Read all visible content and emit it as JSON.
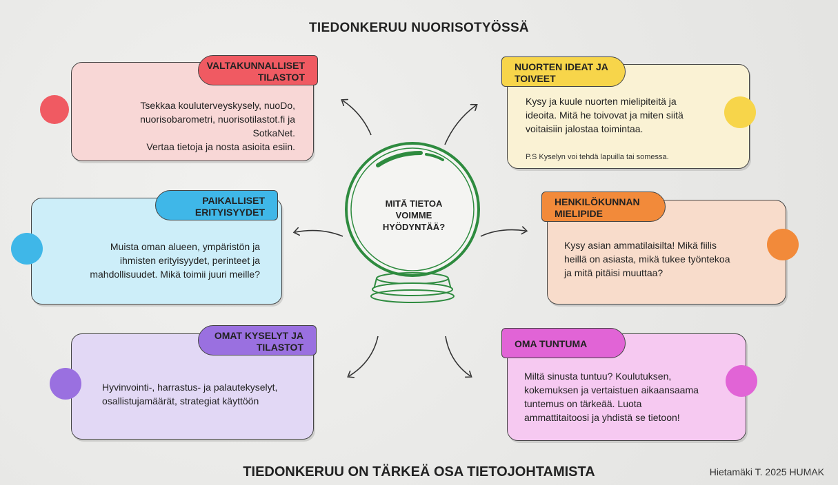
{
  "title": "TIEDONKERUU NUORISOTYÖSSÄ",
  "footer": "TIEDONKERUU ON TÄRKEÄ OSA TIETOJOHTAMISTA",
  "credit": "Hietamäki T. 2025 HUMAK",
  "center": {
    "line1": "MITÄ TIETOA",
    "line2": "VOIMME",
    "line3": "HYÖDYNTÄÄ?"
  },
  "cards": {
    "valtakunnalliset": {
      "title1": "VALTAKUNNALLISET",
      "title2": "TILASTOT",
      "lines": [
        "Tsekkaa kouluterveyskysely, nuoDo,",
        "nuorisobarometri, nuorisotilastot.fi ja",
        "SotkaNet.",
        "Vertaa tietoja ja nosta asioita esiin."
      ],
      "color": "#f05a62",
      "bg": "#f8d7d6"
    },
    "paikalliset": {
      "title1": "PAIKALLISET",
      "title2": "ERITYISYYDET",
      "lines": [
        "Muista oman alueen, ympäristön ja",
        "ihmisten erityisyydet, perinteet ja",
        "mahdollisuudet. Mikä toimii juuri meille?"
      ],
      "color": "#3fb7e8",
      "bg": "#cdeef9"
    },
    "omat": {
      "title1": "OMAT KYSELYT JA",
      "title2": "TILASTOT",
      "lines": [
        "Hyvinvointi-, harrastus- ja palautekyselyt,",
        "osallistujamäärät, strategiat käyttöön"
      ],
      "color": "#9a70e0",
      "bg": "#e2d8f5"
    },
    "nuorten": {
      "title1": "NUORTEN IDEAT JA",
      "title2": "TOIVEET",
      "lines": [
        "Kysy ja kuule nuorten mielipiteitä ja",
        "ideoita. Mitä he toivovat ja miten siitä",
        "voitaisiin jalostaa toimintaa."
      ],
      "ps": "P.S Kyselyn voi tehdä lapuilla tai somessa.",
      "color": "#f7d54a",
      "bg": "#faf2d4"
    },
    "henkilokunnan": {
      "title1": "HENKILÖKUNNAN",
      "title2": "MIELIPIDE",
      "lines": [
        "Kysy asian ammatilaisilta! Mikä fiilis",
        "heillä on asiasta, mikä tukee työntekoa",
        "ja mitä pitäisi muuttaa?"
      ],
      "color": "#f28a3a",
      "bg": "#f8dccb"
    },
    "tuntuma": {
      "title1": "OMA TUNTUMA",
      "lines": [
        "Miltä sinusta tuntuu? Koulutuksen,",
        "kokemuksen ja vertaistuen aikaansaama",
        "tuntemus on tärkeää. Luota",
        "ammattitaitoosi ja yhdistä se tietoon!"
      ],
      "color": "#e164d6",
      "bg": "#f6c9f1"
    }
  },
  "globe_color": "#2e8b3f"
}
